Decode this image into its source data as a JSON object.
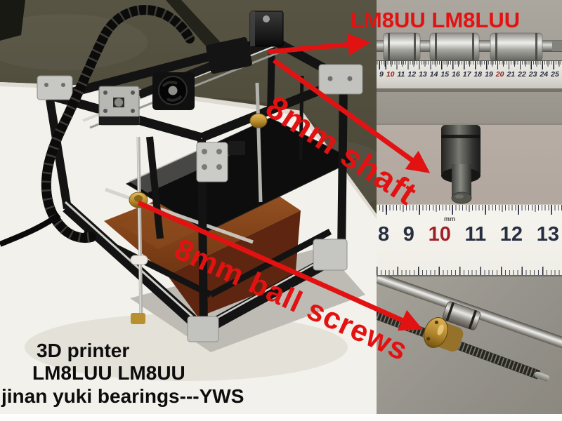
{
  "overlay": {
    "title": "LM8UU LM8LUU",
    "shaft_label": "8mm shaft",
    "ball_screws_label": "8mm ball screws",
    "accent_color": "#e31212"
  },
  "caption": {
    "line1": "3D printer",
    "line2": "LM8LUU LM8UU",
    "line3": "jinan yuki bearings---YWS",
    "color": "#0d0d0d"
  },
  "insets": {
    "top": {
      "subject": "LM8UU and LM8LUU linear bearings mounted on 8mm shaft above steel ruler",
      "ruler_numbers": [
        "9",
        "10",
        "11",
        "12",
        "13",
        "14",
        "15",
        "16",
        "17",
        "18",
        "19",
        "20",
        "21",
        "22",
        "23",
        "24",
        "25"
      ],
      "highlighted_numbers": [
        "10",
        "20"
      ],
      "number_color": "#232b3e",
      "highlight_color": "#8e1d1d"
    },
    "middle": {
      "subject": "8mm shaft end protruding from linear bearing above white ruler",
      "unit": "mm",
      "ruler_numbers": [
        "8",
        "9",
        "10",
        "11",
        "12",
        "13"
      ],
      "highlighted_numbers": [
        "10"
      ],
      "number_color": "#262e40",
      "highlight_color": "#a02028"
    },
    "bottom": {
      "subject": "8mm lead screw with brass flange nut beside smooth shaft with linear bearing"
    }
  },
  "photo": {
    "subject": "black cube-frame 3D printer on white table",
    "bed_color": "#8a4a1e",
    "brass_color": "#c49a3e"
  }
}
